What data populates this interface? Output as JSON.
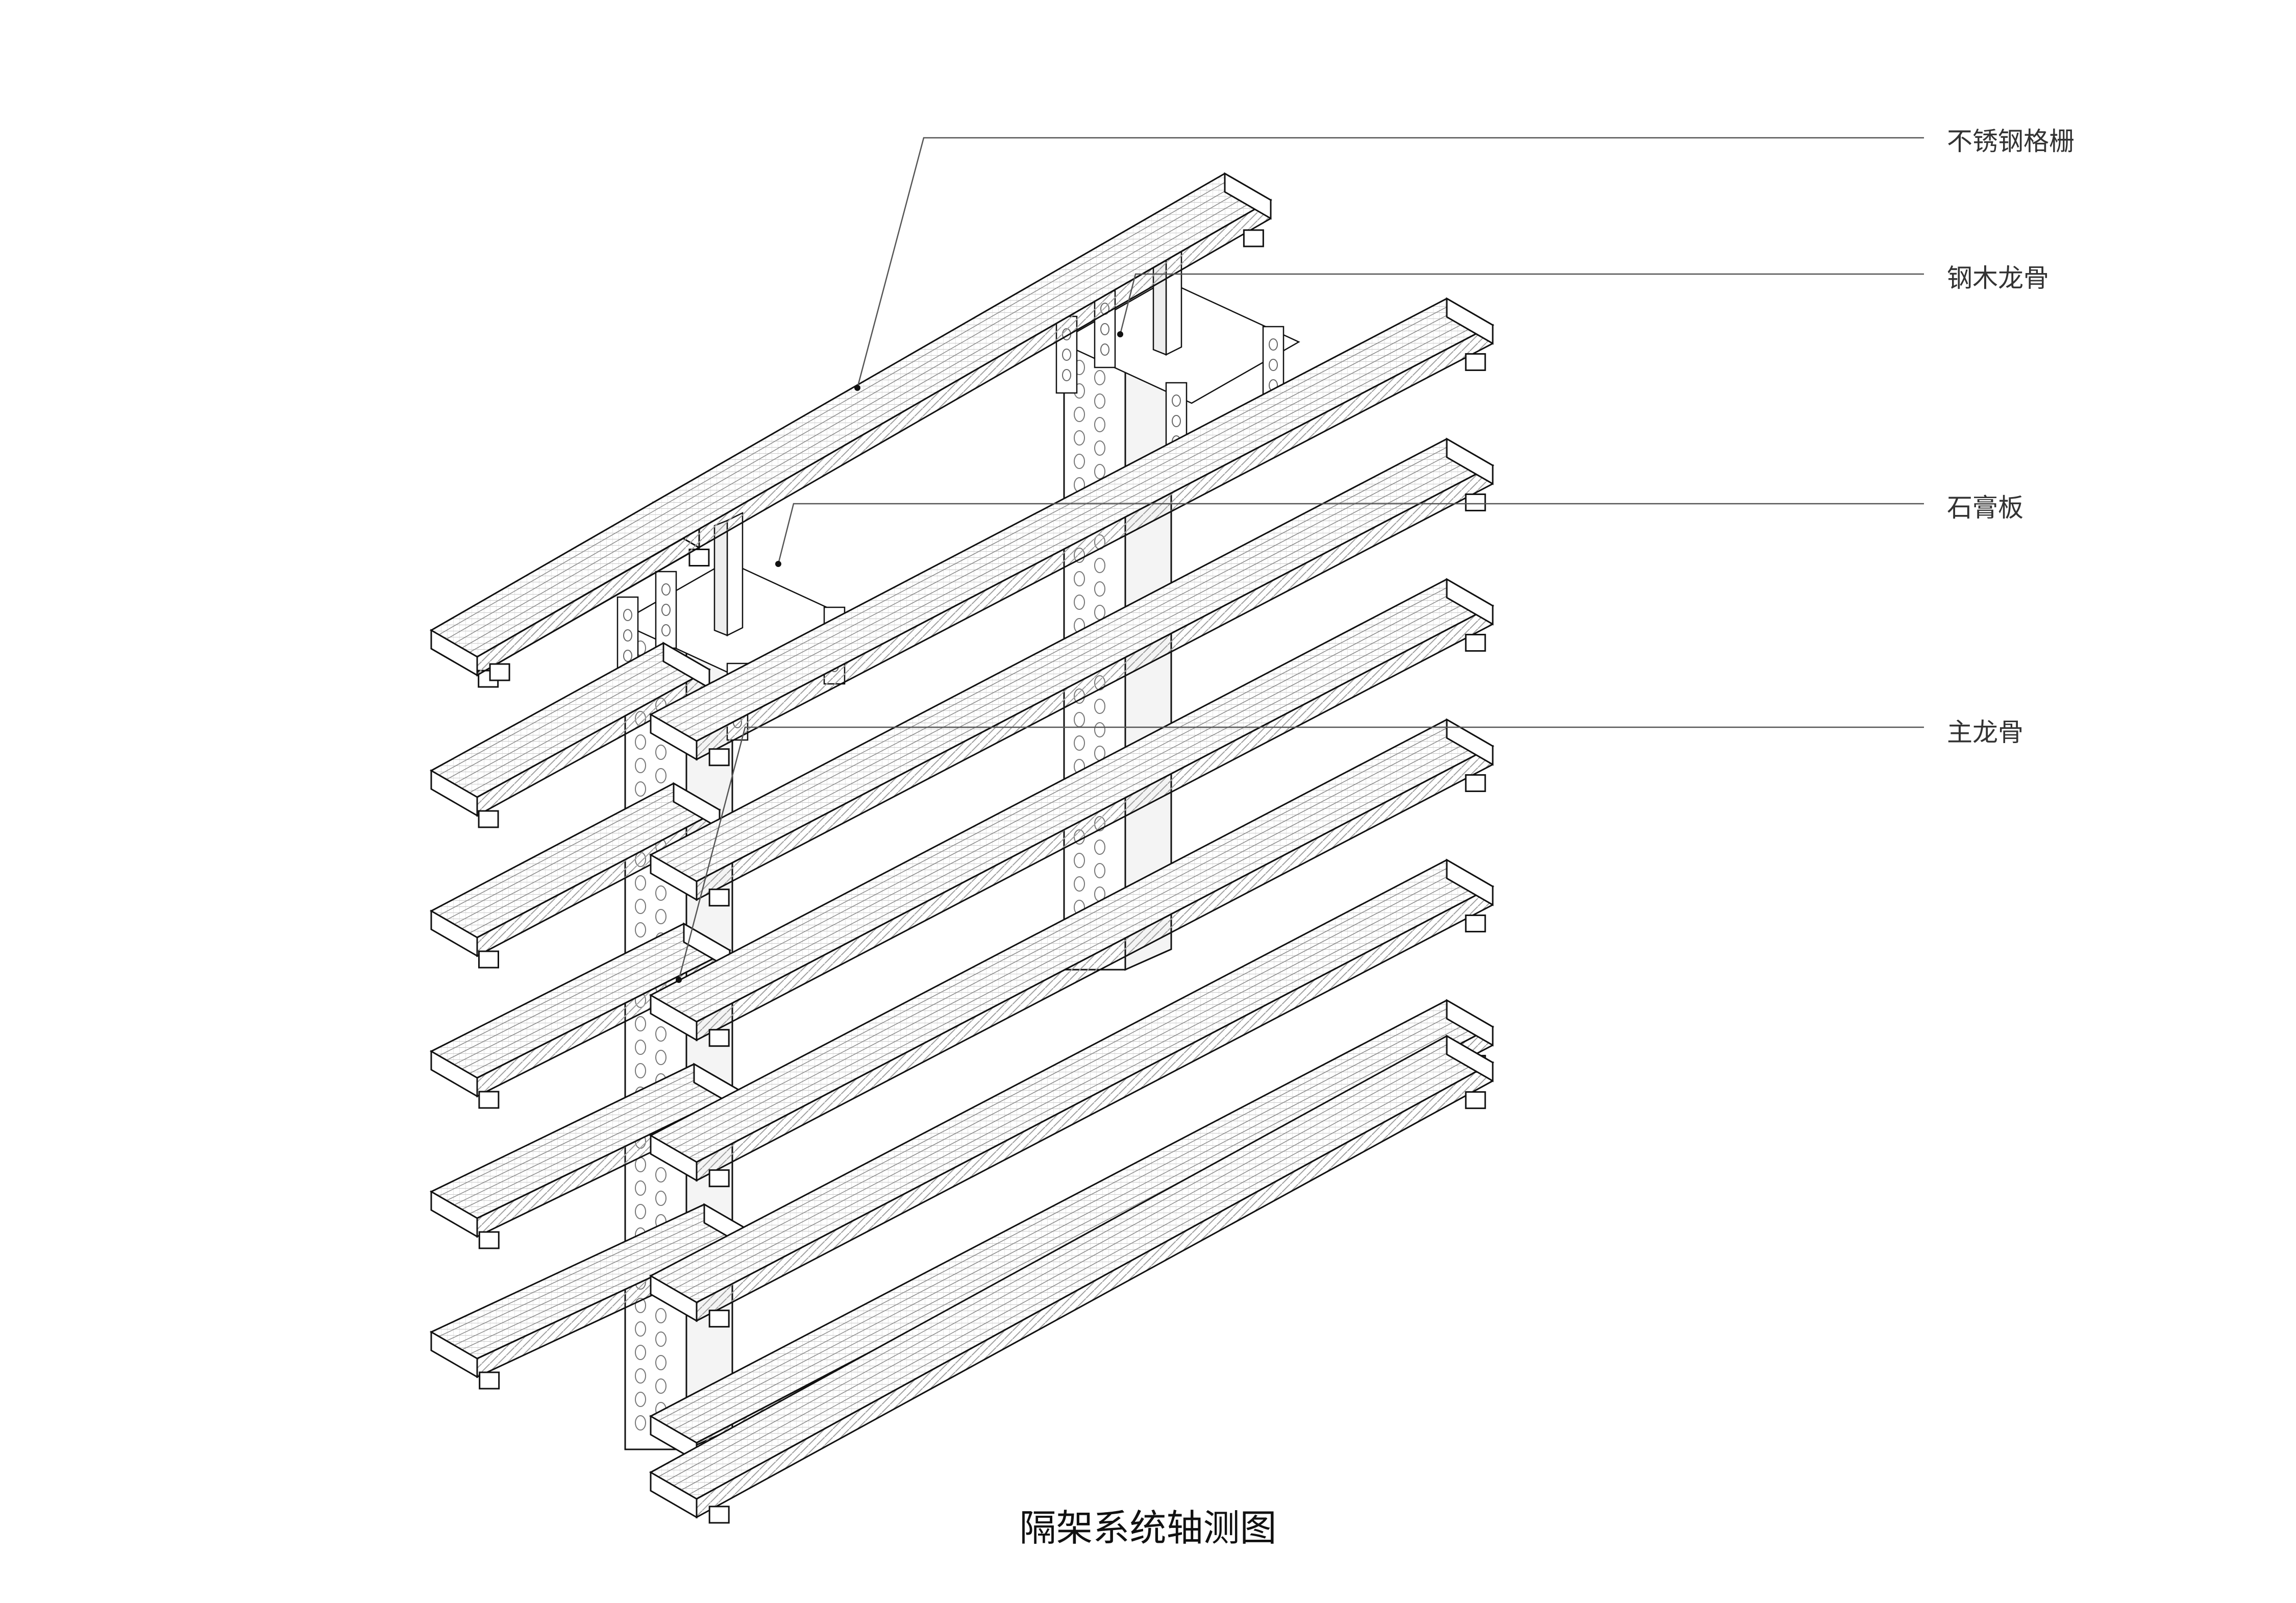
{
  "diagram": {
    "labels": [
      {
        "id": "grating",
        "text": "不锈钢格栅"
      },
      {
        "id": "steel-wood-keel",
        "text": "钢木龙骨"
      },
      {
        "id": "gypsum-board",
        "text": "石膏板"
      },
      {
        "id": "main-keel",
        "text": "主龙骨"
      }
    ],
    "caption": "隔架系统轴测图"
  },
  "colors": {
    "line": "#111111",
    "leader": "#555555",
    "fill": "#ffffff",
    "hatch": "#9a9a9a"
  }
}
